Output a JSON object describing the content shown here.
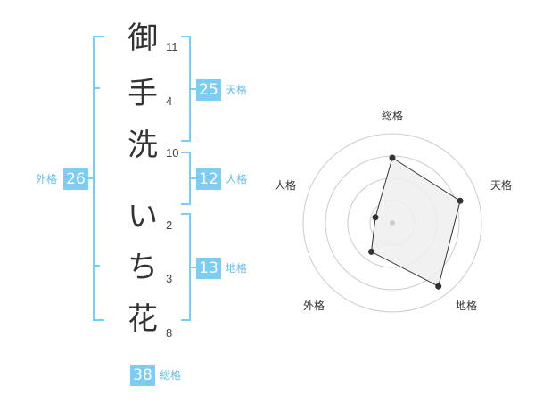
{
  "colors": {
    "accent": "#7ccdf4",
    "bracket": "#7ccdf4",
    "text": "#333333",
    "label": "#66bde8"
  },
  "name": {
    "chars": [
      {
        "char": "御",
        "strokes": "11"
      },
      {
        "char": "手",
        "strokes": "4"
      },
      {
        "char": "洗",
        "strokes": "10"
      },
      {
        "char": "い",
        "strokes": "2"
      },
      {
        "char": "ち",
        "strokes": "3"
      },
      {
        "char": "花",
        "strokes": "8"
      }
    ]
  },
  "fortunes": {
    "tenkaku": {
      "value": "25",
      "label": "天格"
    },
    "jinkaku": {
      "value": "12",
      "label": "人格"
    },
    "chikaku": {
      "value": "13",
      "label": "地格"
    },
    "gaikaku": {
      "value": "26",
      "label": "外格"
    },
    "soukaku": {
      "value": "38",
      "label": "総格"
    }
  },
  "chart_data": {
    "type": "radar",
    "axes": [
      "総格",
      "天格",
      "地格",
      "外格",
      "人格"
    ],
    "values": [
      0.73,
      0.8,
      0.88,
      0.4,
      0.2
    ],
    "range": [
      0,
      1
    ],
    "rings": 4,
    "colors": {
      "fill": "#eeeeee",
      "line": "#333333",
      "grid": "#cccccc",
      "center": "#cccccc"
    }
  }
}
